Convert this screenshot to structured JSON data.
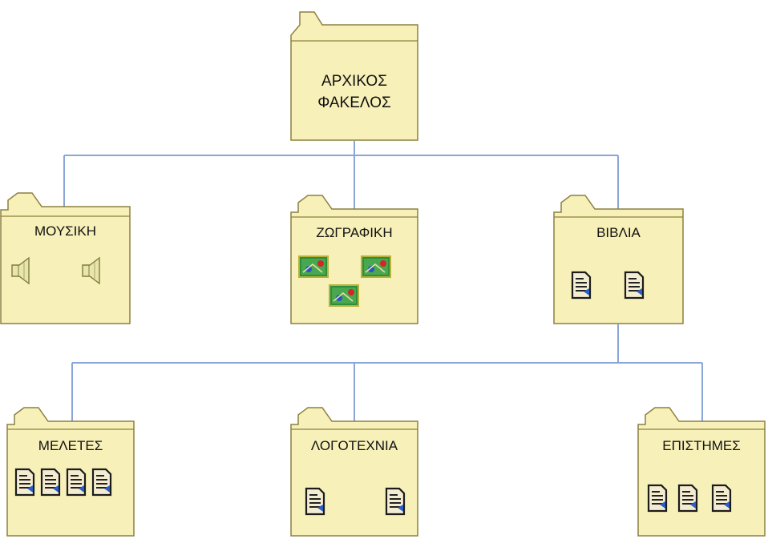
{
  "diagram": {
    "colors": {
      "folder_fill": "#f7f0b8",
      "folder_stroke": "#8b8040",
      "connector": "#8aa6d8"
    },
    "folders": {
      "root": {
        "label": "ΑΡΧΙΚΟΣ\nΦΑΚΕΛΟΣ"
      },
      "music": {
        "label": "ΜΟΥΣΙΚΗ",
        "icon": "speaker-icon",
        "icon_count": 2
      },
      "painting": {
        "label": "ΖΩΓΡΑΦΙΚΗ",
        "icon": "image-file-icon",
        "icon_count": 3
      },
      "books": {
        "label": "ΒΙΒΛΙΑ",
        "icon": "document-icon",
        "icon_count": 2
      },
      "studies": {
        "label": "ΜΕΛΕΤΕΣ",
        "icon": "document-icon",
        "icon_count": 4
      },
      "literature": {
        "label": "ΛΟΓΟΤΕΧΝΙΑ",
        "icon": "document-icon",
        "icon_count": 2
      },
      "sciences": {
        "label": "ΕΠΙΣΤΗΜΕΣ",
        "icon": "document-icon",
        "icon_count": 3
      }
    }
  }
}
